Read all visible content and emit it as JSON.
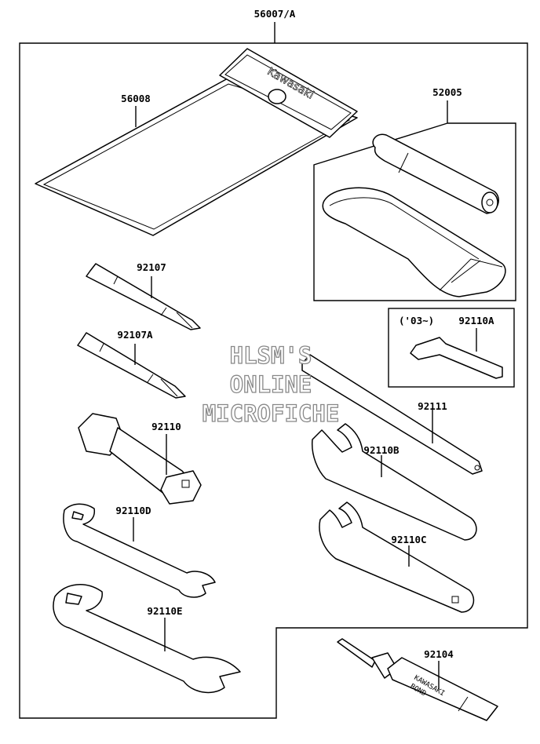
{
  "diagram": {
    "assembly_label": "56007/A",
    "watermark": [
      "HLSM'S",
      "ONLINE",
      "MICROFICHE"
    ],
    "parts": {
      "p56008": "56008",
      "p52005": "52005",
      "p92107": "92107",
      "p92107A": "92107A",
      "p92110": "92110",
      "p92110A": "92110A",
      "p92111": "92111",
      "p92110B": "92110B",
      "p92110C": "92110C",
      "p92110D": "92110D",
      "p92110E": "92110E",
      "p92104": "92104"
    },
    "year_note": "('03~)",
    "pouch_brand": "Kawasaki",
    "bond_brand_line1": "KAWASAKI",
    "bond_brand_line2": "BOND"
  }
}
